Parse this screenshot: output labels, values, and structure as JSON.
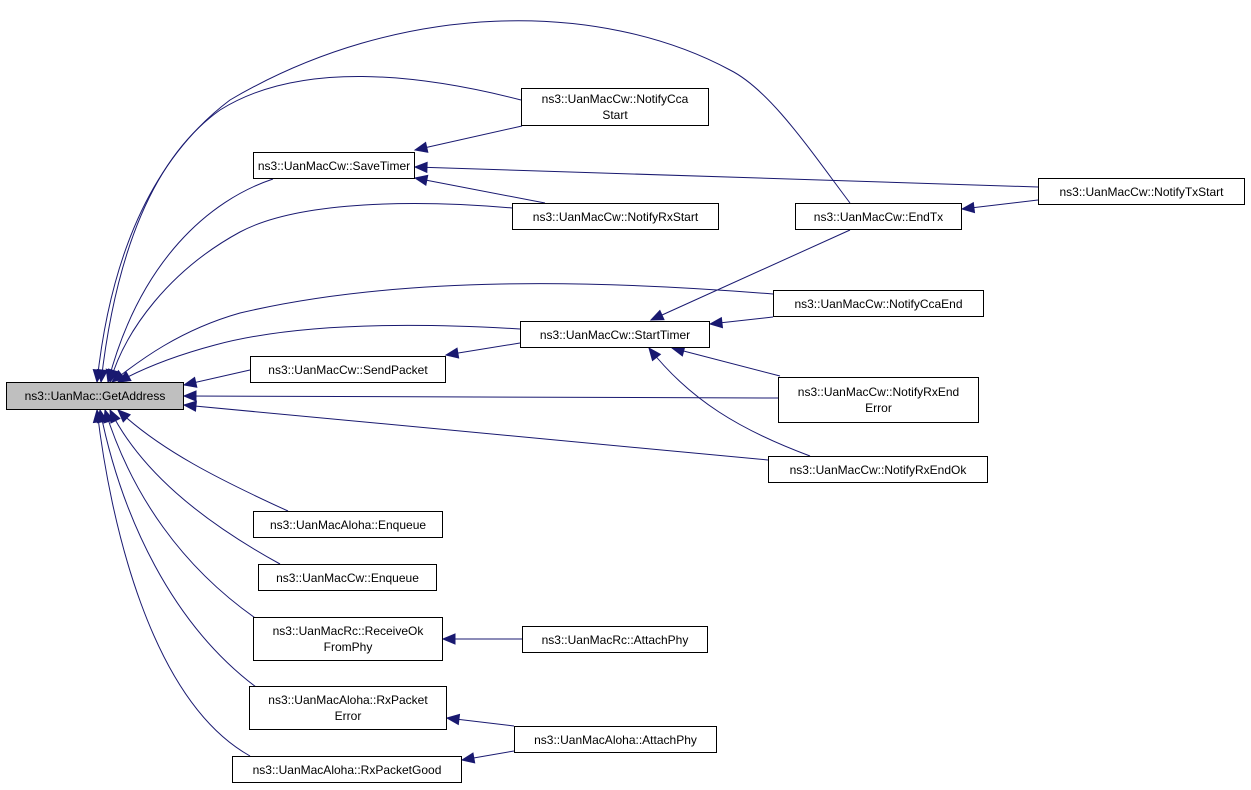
{
  "graph": {
    "edge_color": "#191970",
    "root_fill": "#bfbfbf",
    "node_fill": "#ffffff",
    "nodes": {
      "get_address": [
        "ns3::UanMac::GetAddress"
      ],
      "save_timer": [
        "ns3::UanMacCw::SaveTimer"
      ],
      "notify_cca_start": [
        "ns3::UanMacCw::NotifyCca",
        "Start"
      ],
      "notify_rx_start": [
        "ns3::UanMacCw::NotifyRxStart"
      ],
      "start_timer": [
        "ns3::UanMacCw::StartTimer"
      ],
      "send_packet": [
        "ns3::UanMacCw::SendPacket"
      ],
      "end_tx": [
        "ns3::UanMacCw::EndTx"
      ],
      "notify_tx_start": [
        "ns3::UanMacCw::NotifyTxStart"
      ],
      "notify_cca_end": [
        "ns3::UanMacCw::NotifyCcaEnd"
      ],
      "notify_rx_end_error": [
        "ns3::UanMacCw::NotifyRxEnd",
        "Error"
      ],
      "notify_rx_end_ok": [
        "ns3::UanMacCw::NotifyRxEndOk"
      ],
      "aloha_enqueue": [
        "ns3::UanMacAloha::Enqueue"
      ],
      "cw_enqueue": [
        "ns3::UanMacCw::Enqueue"
      ],
      "rc_receive_ok": [
        "ns3::UanMacRc::ReceiveOk",
        "FromPhy"
      ],
      "rc_attach_phy": [
        "ns3::UanMacRc::AttachPhy"
      ],
      "aloha_rx_error": [
        "ns3::UanMacAloha::RxPacket",
        "Error"
      ],
      "aloha_rx_good": [
        "ns3::UanMacAloha::RxPacketGood"
      ],
      "aloha_attach_phy": [
        "ns3::UanMacAloha::AttachPhy"
      ]
    },
    "edges": [
      [
        "save_timer",
        "get_address"
      ],
      [
        "notify_cca_start",
        "get_address"
      ],
      [
        "notify_rx_start",
        "get_address"
      ],
      [
        "start_timer",
        "get_address"
      ],
      [
        "send_packet",
        "get_address"
      ],
      [
        "end_tx",
        "get_address"
      ],
      [
        "notify_cca_end",
        "get_address"
      ],
      [
        "notify_rx_end_error",
        "get_address"
      ],
      [
        "notify_rx_end_ok",
        "get_address"
      ],
      [
        "aloha_enqueue",
        "get_address"
      ],
      [
        "cw_enqueue",
        "get_address"
      ],
      [
        "rc_receive_ok",
        "get_address"
      ],
      [
        "aloha_rx_error",
        "get_address"
      ],
      [
        "aloha_rx_good",
        "get_address"
      ],
      [
        "notify_cca_start",
        "save_timer"
      ],
      [
        "notify_rx_start",
        "save_timer"
      ],
      [
        "notify_tx_start",
        "save_timer"
      ],
      [
        "start_timer",
        "send_packet"
      ],
      [
        "end_tx",
        "start_timer"
      ],
      [
        "notify_cca_end",
        "start_timer"
      ],
      [
        "notify_rx_end_error",
        "start_timer"
      ],
      [
        "notify_rx_end_ok",
        "start_timer"
      ],
      [
        "notify_tx_start",
        "end_tx"
      ],
      [
        "rc_attach_phy",
        "rc_receive_ok"
      ],
      [
        "aloha_attach_phy",
        "aloha_rx_error"
      ],
      [
        "aloha_attach_phy",
        "aloha_rx_good"
      ]
    ]
  }
}
